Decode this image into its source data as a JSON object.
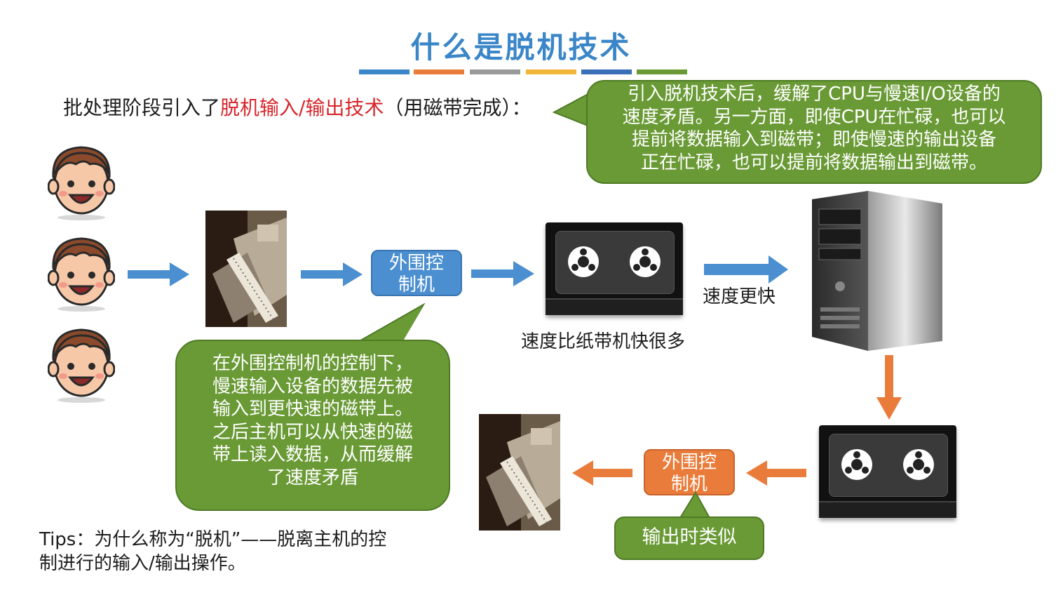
{
  "title": "什么是脱机技术",
  "title_bar_colors": [
    "#3a86c8",
    "#ea7c3b",
    "#9a9a9a",
    "#f2b63a",
    "#3a6fb7",
    "#6a9a35"
  ],
  "intro": {
    "prefix": "批处理阶段引入了",
    "highlight": "脱机输入/输出技术",
    "suffix": "（用磁带完成）："
  },
  "callout_top": {
    "lines": [
      "引入脱机技术后，缓解了CPU与慢速I/O设备的",
      "速度矛盾。另一方面，即使CPU在忙碌，也可以",
      "提前将数据输入到磁带；即使慢速的输出设备",
      "正在忙碌，也可以提前将数据输出到磁带。"
    ]
  },
  "callout_left": {
    "lines": [
      "在外围控制机的控制下，",
      "慢速输入设备的数据先被",
      "输入到更快速的磁带上。",
      "之后主机可以从快速的磁",
      "带上读入数据，从而缓解",
      "了速度矛盾"
    ]
  },
  "controller_in": {
    "lines": [
      "外围控",
      "制机"
    ]
  },
  "controller_out": {
    "lines": [
      "外围控",
      "制机"
    ]
  },
  "tape_label": "速度比纸带机快很多",
  "faster_label": "速度更快",
  "output_note": "输出时类似",
  "tips": {
    "line1": "Tips：为什么称为“脱机”——脱离主机的控",
    "line2": "制进行的输入/输出操作。"
  },
  "colors": {
    "title": "#3a86c8",
    "highlight": "#d7262b",
    "callout_green": "#6a9a35",
    "controller_blue": "#4b8fd0",
    "controller_orange": "#ea7c3b",
    "arrow_blue": "#4b8fd0",
    "arrow_orange": "#ea7c3b"
  },
  "icons": [
    "user-face-icon",
    "paper-tape-machine-image",
    "magnetic-tape-drive-icon",
    "server-tower-icon"
  ]
}
